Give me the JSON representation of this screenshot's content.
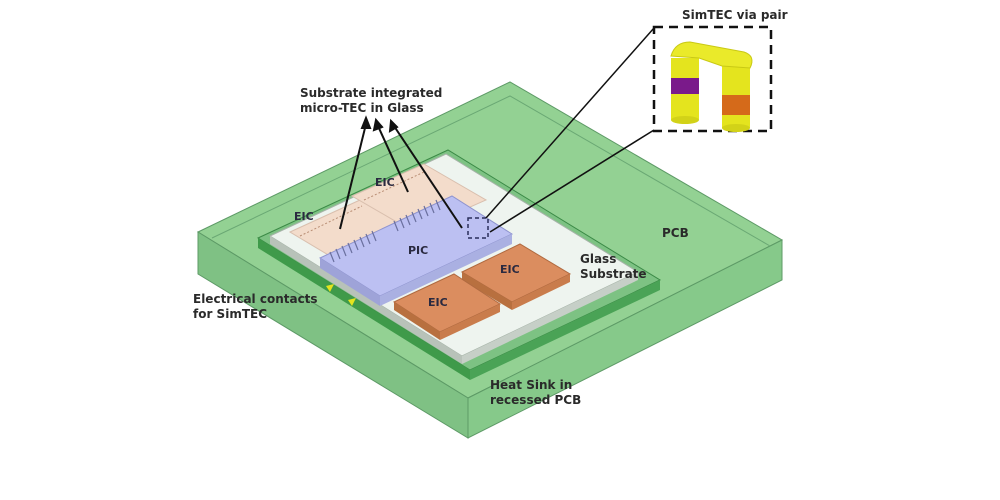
{
  "labels": {
    "via_pair": "SimTEC via pair",
    "substrate_tec": "Substrate integrated\nmicro-TEC in Glass",
    "pcb": "PCB",
    "glass_substrate": "Glass\nSubstrate",
    "electrical_contacts": "Electrical contacts\nfor SimTEC",
    "heat_sink": "Heat Sink in\nrecessed PCB"
  },
  "chips": {
    "eic_top": "EIC",
    "eic_left": "EIC",
    "pic": "PIC",
    "eic_right": "EIC",
    "eic_bottom": "EIC"
  },
  "colors": {
    "pcb_top": "#8fcf8f",
    "pcb_side": "#7cbf80",
    "heat_sink": "#3f9a4a",
    "glass": "#e9f1ea",
    "pic": "#b9bdf0",
    "eic_light": "#f1d9c8",
    "eic_dark": "#d98a5c",
    "via_yellow": "#e3e31c",
    "via_purple": "#7a1a8a",
    "via_orange": "#d56a1a"
  }
}
